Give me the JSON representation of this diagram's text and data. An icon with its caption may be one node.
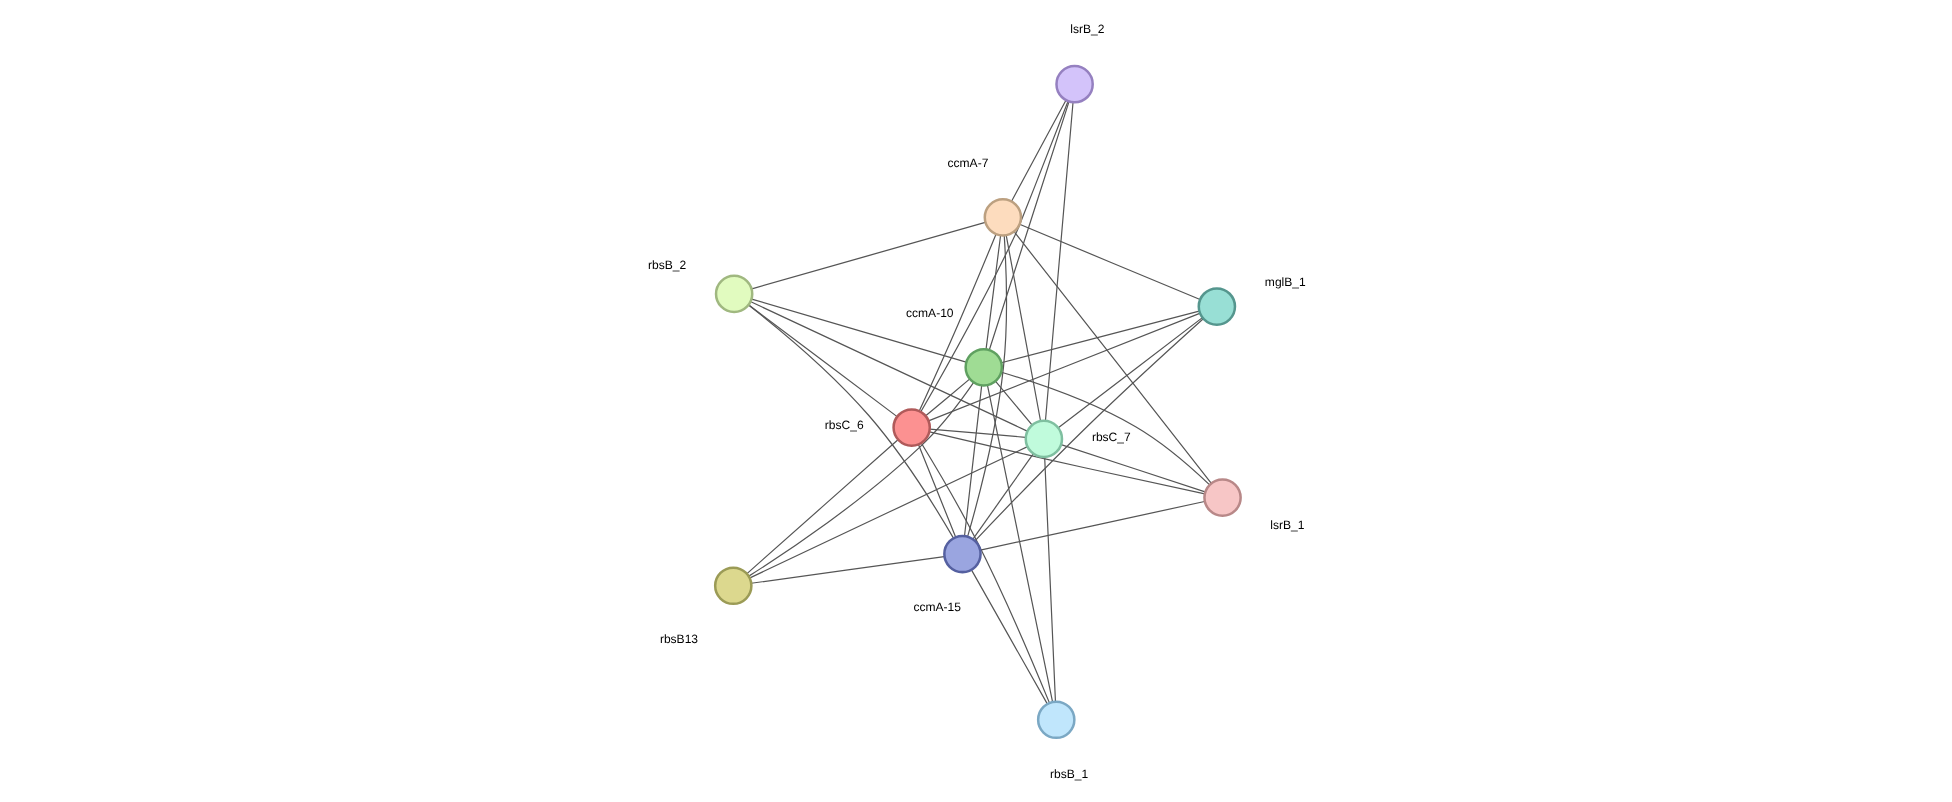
{
  "diagram": {
    "nodes": [
      {
        "text": [],
        "shape": "circle",
        "beside": [
          "rbsB13"
        ]
      },
      {
        "text": [],
        "shape": "circle",
        "beside": [
          "ccmA-15"
        ]
      },
      {
        "text": [],
        "shape": "circle",
        "beside": [
          "ccmA-10"
        ]
      },
      {
        "text": [],
        "shape": "circle",
        "beside": [
          "rbsB_1"
        ]
      },
      {
        "text": [],
        "shape": "circle",
        "beside": [
          "lsrB_1"
        ]
      },
      {
        "text": [],
        "shape": "circle",
        "beside": [
          "rbsC_6"
        ]
      },
      {
        "text": [],
        "shape": "circle",
        "beside": [
          "rbsC_7"
        ]
      },
      {
        "text": [],
        "shape": "circle",
        "beside": [
          "lsrB_2"
        ]
      },
      {
        "text": [],
        "shape": "circle",
        "beside": [
          "mglB_1"
        ]
      },
      {
        "text": [],
        "shape": "circle",
        "beside": [
          "ccmA-7"
        ]
      },
      {
        "text": [],
        "shape": "circle",
        "beside": [
          "rbsB_2"
        ]
      }
    ],
    "edges": [
      {
        "from": 0,
        "to": 1,
        "arrow": "none"
      },
      {
        "from": 0,
        "to": 2,
        "arrow": "none"
      },
      {
        "from": 0,
        "to": 5,
        "arrow": "none"
      },
      {
        "from": 0,
        "to": 6,
        "arrow": "none"
      },
      {
        "from": 1,
        "to": 2,
        "arrow": "none"
      },
      {
        "from": 1,
        "to": 3,
        "arrow": "none"
      },
      {
        "from": 1,
        "to": 4,
        "arrow": "none"
      },
      {
        "from": 1,
        "to": 5,
        "arrow": "none"
      },
      {
        "from": 1,
        "to": 6,
        "arrow": "none"
      },
      {
        "from": 1,
        "to": 8,
        "arrow": "none"
      },
      {
        "from": 1,
        "to": 9,
        "arrow": "none"
      },
      {
        "from": 1,
        "to": 10,
        "arrow": "none"
      },
      {
        "from": 2,
        "to": 3,
        "arrow": "none"
      },
      {
        "from": 2,
        "to": 4,
        "arrow": "none"
      },
      {
        "from": 2,
        "to": 5,
        "arrow": "none"
      },
      {
        "from": 2,
        "to": 6,
        "arrow": "none"
      },
      {
        "from": 2,
        "to": 7,
        "arrow": "none"
      },
      {
        "from": 2,
        "to": 8,
        "arrow": "none"
      },
      {
        "from": 2,
        "to": 9,
        "arrow": "none"
      },
      {
        "from": 2,
        "to": 10,
        "arrow": "none"
      },
      {
        "from": 3,
        "to": 5,
        "arrow": "none"
      },
      {
        "from": 3,
        "to": 6,
        "arrow": "none"
      },
      {
        "from": 4,
        "to": 5,
        "arrow": "none"
      },
      {
        "from": 4,
        "to": 6,
        "arrow": "none"
      },
      {
        "from": 4,
        "to": 9,
        "arrow": "none"
      },
      {
        "from": 5,
        "to": 6,
        "arrow": "none"
      },
      {
        "from": 5,
        "to": 7,
        "arrow": "none"
      },
      {
        "from": 5,
        "to": 8,
        "arrow": "none"
      },
      {
        "from": 5,
        "to": 9,
        "arrow": "none"
      },
      {
        "from": 5,
        "to": 10,
        "arrow": "none"
      },
      {
        "from": 6,
        "to": 7,
        "arrow": "none"
      },
      {
        "from": 6,
        "to": 8,
        "arrow": "none"
      },
      {
        "from": 6,
        "to": 9,
        "arrow": "none"
      },
      {
        "from": 6,
        "to": 10,
        "arrow": "none"
      },
      {
        "from": 7,
        "to": 9,
        "arrow": "none"
      },
      {
        "from": 8,
        "to": 9,
        "arrow": "none"
      },
      {
        "from": 9,
        "to": 10,
        "arrow": "none"
      }
    ]
  }
}
